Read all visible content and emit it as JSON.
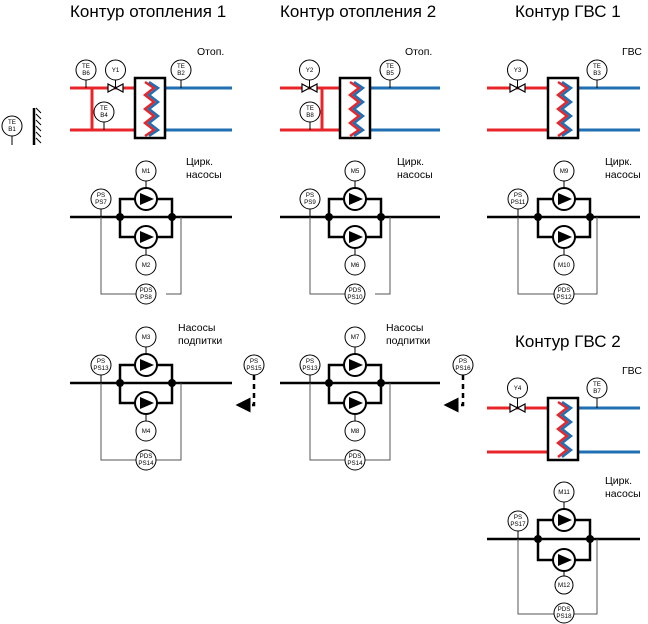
{
  "titles": {
    "c1": "Контур отопления 1",
    "c2": "Контур отопления 2",
    "c3": "Контур ГВС 1",
    "c4": "Контур ГВС 2"
  },
  "labels": {
    "otop": "Отоп.",
    "gvs": "ГВС",
    "pumps_circ_1": "Цирк.",
    "pumps_circ_2": "насосы",
    "pumps_fill_1": "Насосы",
    "pumps_fill_2": "подпитки"
  },
  "tags": {
    "te": "TE",
    "ps": "PS",
    "pds": "PDS",
    "B1": "B1",
    "B2": "B2",
    "B3": "B3",
    "B4": "B4",
    "B5": "B5",
    "B6": "B6",
    "B7": "B7",
    "B8": "B8",
    "Y1": "Y1",
    "Y2": "Y2",
    "Y3": "Y3",
    "Y4": "Y4",
    "M1": "M1",
    "M2": "M2",
    "M3": "M3",
    "M4": "M4",
    "M5": "M5",
    "M6": "M6",
    "M7": "M7",
    "M8": "M8",
    "M9": "M9",
    "M10": "M10",
    "M11": "M11",
    "M12": "M12",
    "PS7": "PS7",
    "PS8": "PS8",
    "PS9": "PS9",
    "PS10": "PS10",
    "PS11": "PS11",
    "PS12": "PS12",
    "PS13": "PS13",
    "PS14": "PS14",
    "PS15": "PS15",
    "PS16": "PS16",
    "PS17": "PS17",
    "PS18": "PS18"
  },
  "colors": {
    "supply": "#e8252a",
    "return": "#1f6fb2",
    "line": "#000000",
    "thin": "#555555"
  }
}
